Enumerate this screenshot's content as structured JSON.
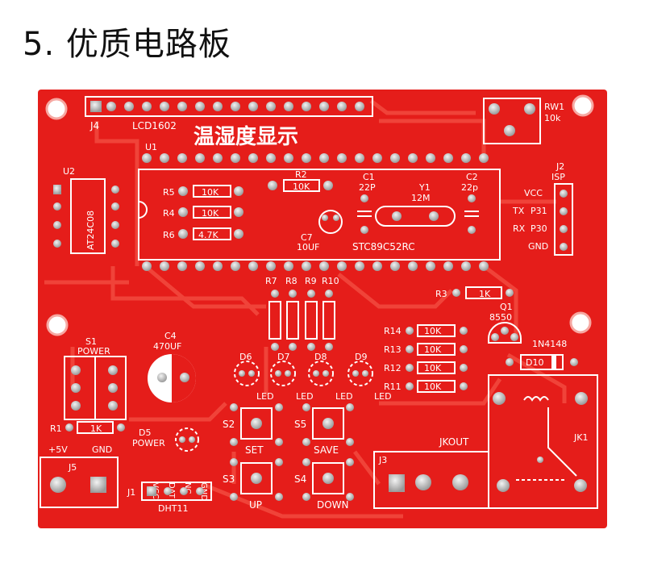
{
  "heading": "5. 优质电路板",
  "board": {
    "title_cn": "温湿度显示",
    "labels": {
      "j4": "J4",
      "lcd": "LCD1602",
      "u1": "U1",
      "u2": "U2",
      "at24": "AT24C08",
      "rw1": "RW1",
      "rw1_val": "10k",
      "j2": "J2",
      "isp": "ISP",
      "vcc": "VCC",
      "tx": "TX",
      "p31": "P31",
      "rx": "RX",
      "p30": "P30",
      "gnd": "GND",
      "r5": "R5",
      "r4": "R4",
      "r6": "R6",
      "r2": "R2",
      "r5v": "10K",
      "r4v": "10K",
      "r6v": "4.7K",
      "r2v": "10K",
      "c1": "C1",
      "c1v": "22P",
      "y1": "Y1",
      "y1v": "12M",
      "c2": "C2",
      "c2v": "22p",
      "c7": "C7",
      "c7v": "10UF",
      "mcu": "STC89C52RC",
      "r7": "R7",
      "r8": "R8",
      "r9": "R9",
      "r10": "R10",
      "r3": "R3",
      "r3v": "1K",
      "q1": "Q1",
      "q1v": "8550",
      "r14": "R14",
      "r13": "R13",
      "r12": "R12",
      "r11": "R11",
      "rk": "10K",
      "diode": "1N4148",
      "d10": "D10",
      "s1": "S1",
      "power": "POWER",
      "c4": "C4",
      "c4v": "470UF",
      "d6": "D6",
      "d7": "D7",
      "d8": "D8",
      "d9": "D9",
      "led": "LED",
      "r1": "R1",
      "r1v": "1K",
      "d5": "D5",
      "d5t": "POWER",
      "s2": "S2",
      "s5": "S5",
      "s3": "S3",
      "s4": "S4",
      "set": "SET",
      "save": "SAVE",
      "up": "UP",
      "down": "DOWN",
      "jkout": "JKOUT",
      "j3": "J3",
      "jk1": "JK1",
      "p5v": "+5V",
      "pgnd": "GND",
      "j5": "J5",
      "j1": "J1",
      "dht": "DHT11",
      "dht_pins": [
        "VCC",
        "DAT",
        "NC",
        "GND"
      ]
    },
    "colors": {
      "board": "#e8201c",
      "silk": "#ffffff",
      "trace": "#f0443a",
      "pad": "#c9c9c9"
    }
  }
}
